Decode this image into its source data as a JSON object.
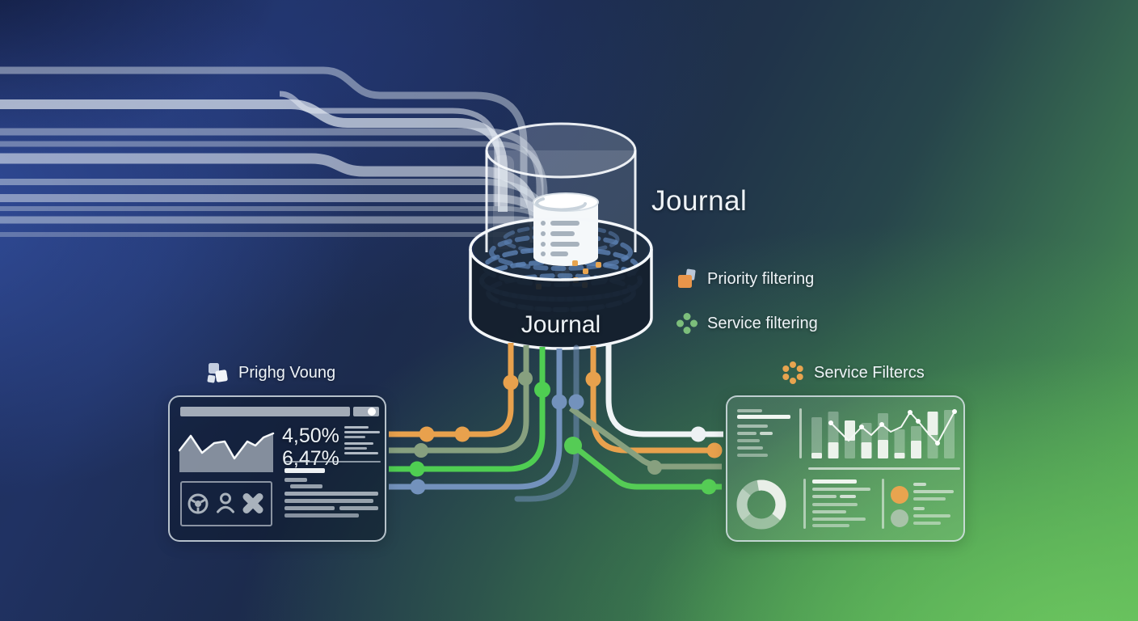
{
  "labels": {
    "journal_title": "Journal",
    "band": "Journal"
  },
  "legend": {
    "priority": {
      "label": "Priority filtering"
    },
    "service": {
      "label": "Service filtering"
    }
  },
  "left_panel": {
    "title": "Prighg Voung",
    "stats": [
      "4,50%",
      "6,47%"
    ],
    "area_chart": {
      "points": [
        [
          1,
          25
        ],
        [
          15,
          7
        ],
        [
          29,
          28
        ],
        [
          44,
          16
        ],
        [
          57,
          14
        ],
        [
          69,
          35
        ],
        [
          85,
          14
        ],
        [
          95,
          19
        ],
        [
          105,
          9
        ],
        [
          117,
          4
        ]
      ],
      "baseline": 52
    }
  },
  "right_panel": {
    "title": "Service Filtercs",
    "bar_chart": {
      "heights": [
        51,
        58,
        47,
        44,
        56,
        36,
        40,
        58,
        60
      ],
      "bright_segments": [
        [
          57,
          64
        ],
        [
          44,
          64
        ],
        [
          17,
          42
        ],
        [
          44,
          64
        ],
        [
          41,
          64
        ],
        [
          57,
          64
        ],
        [
          42,
          64
        ],
        [
          6,
          35
        ],
        null
      ],
      "line": [
        [
          28,
          20
        ],
        [
          50,
          42
        ],
        [
          66,
          25
        ],
        [
          78,
          35
        ],
        [
          91,
          22
        ],
        [
          102,
          31
        ],
        [
          115,
          25
        ],
        [
          126,
          7
        ],
        [
          136,
          18
        ],
        [
          150,
          35
        ],
        [
          160,
          45
        ],
        [
          181,
          6
        ]
      ],
      "dot_indices": [
        0,
        2,
        4,
        7,
        8,
        10,
        11
      ]
    }
  },
  "colors": {
    "orange": "#E8A14D",
    "sage": "#87A07F",
    "green": "#4FCE52",
    "blue": "#7392BC",
    "wire_white": "#F0F4F6",
    "accent_orange": "#E8954A",
    "accent_green": "#7CBE7B"
  }
}
